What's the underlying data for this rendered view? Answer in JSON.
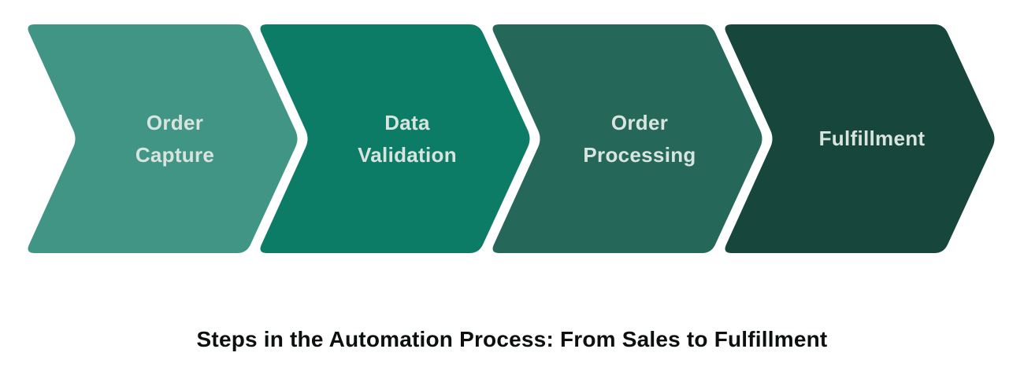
{
  "diagram": {
    "background": "#ffffff",
    "label_color": "#d9e4df",
    "caption": "Steps in the Automation Process: From Sales to Fulfillment",
    "caption_color": "#0c100e",
    "steps": [
      {
        "name": "order-capture",
        "label": "Order Capture",
        "lines": [
          "Order",
          "Capture"
        ],
        "color": "#419585"
      },
      {
        "name": "data-validation",
        "label": "Data Validation",
        "lines": [
          "Data",
          "Validation"
        ],
        "color": "#0d7c67"
      },
      {
        "name": "order-processing",
        "label": "Order Processing",
        "lines": [
          "Order",
          "Processing"
        ],
        "color": "#25685a"
      },
      {
        "name": "fulfillment",
        "label": "Fulfillment",
        "lines": [
          "Fulfillment"
        ],
        "color": "#17473c"
      }
    ]
  }
}
